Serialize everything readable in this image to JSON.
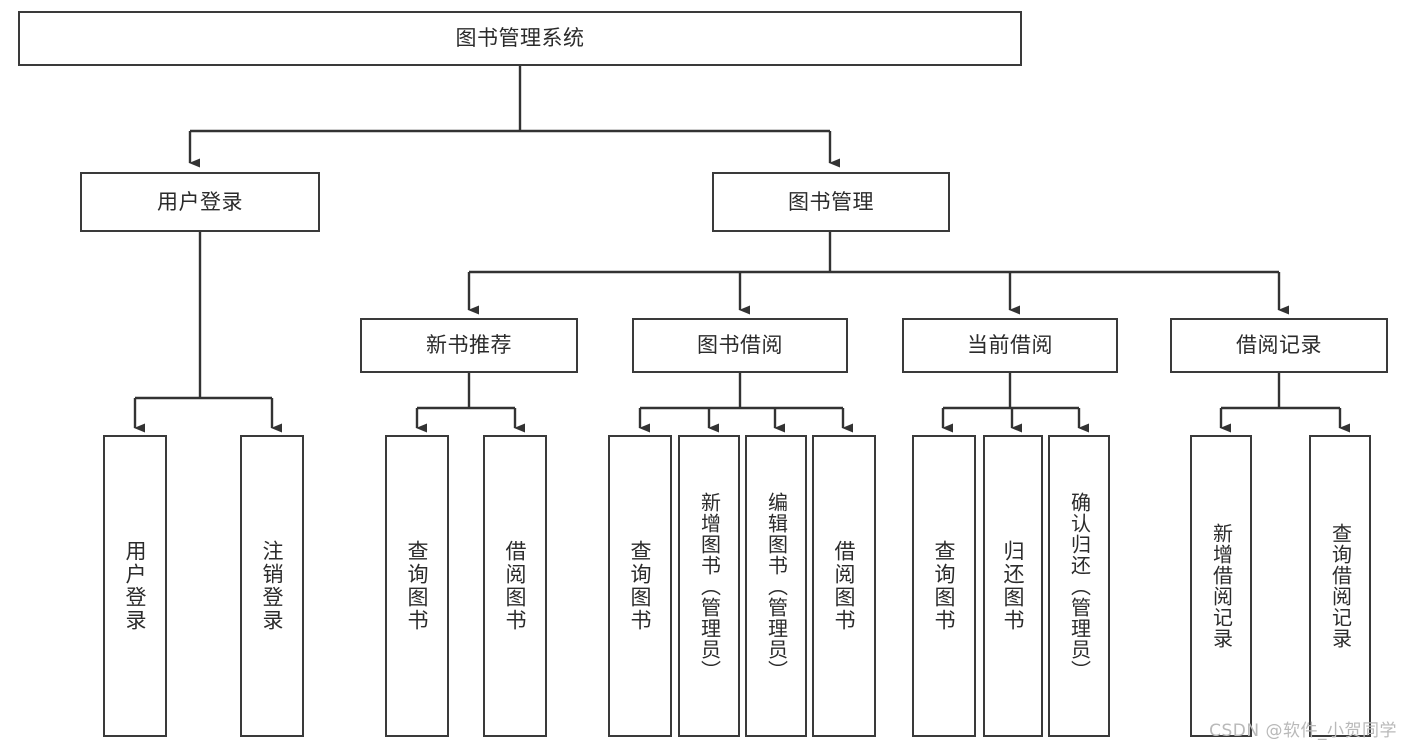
{
  "diagram": {
    "type": "tree-hierarchy-chart",
    "title": "图书管理系统",
    "colors": {
      "background": "#ffffff",
      "box_border": "#3a3a3a",
      "box_fill": "#ffffff",
      "text": "#2b2b2b",
      "connector": "#333333",
      "watermark": "#b9b9b9"
    },
    "root": {
      "label": "图书管理系统"
    },
    "level2": [
      {
        "label": "用户登录"
      },
      {
        "label": "图书管理"
      }
    ],
    "level3": [
      {
        "label": "新书推荐"
      },
      {
        "label": "图书借阅"
      },
      {
        "label": "当前借阅"
      },
      {
        "label": "借阅记录"
      }
    ],
    "leaves": [
      {
        "label": "用户登录",
        "parent": "用户登录"
      },
      {
        "label": "注销登录",
        "parent": "用户登录"
      },
      {
        "label": "查询图书",
        "parent": "新书推荐"
      },
      {
        "label": "借阅图书",
        "parent": "新书推荐"
      },
      {
        "label": "查询图书",
        "parent": "图书借阅"
      },
      {
        "label": "新增图书（管理员）",
        "parent": "图书借阅"
      },
      {
        "label": "编辑图书（管理员）",
        "parent": "图书借阅"
      },
      {
        "label": "借阅图书",
        "parent": "图书借阅"
      },
      {
        "label": "查询图书",
        "parent": "当前借阅"
      },
      {
        "label": "归还图书",
        "parent": "当前借阅"
      },
      {
        "label": "确认归还（管理员）",
        "parent": "当前借阅"
      },
      {
        "label": "新增借阅记录",
        "parent": "借阅记录"
      },
      {
        "label": "查询借阅记录",
        "parent": "借阅记录"
      }
    ],
    "watermark": "CSDN @软件_小贺同学"
  }
}
